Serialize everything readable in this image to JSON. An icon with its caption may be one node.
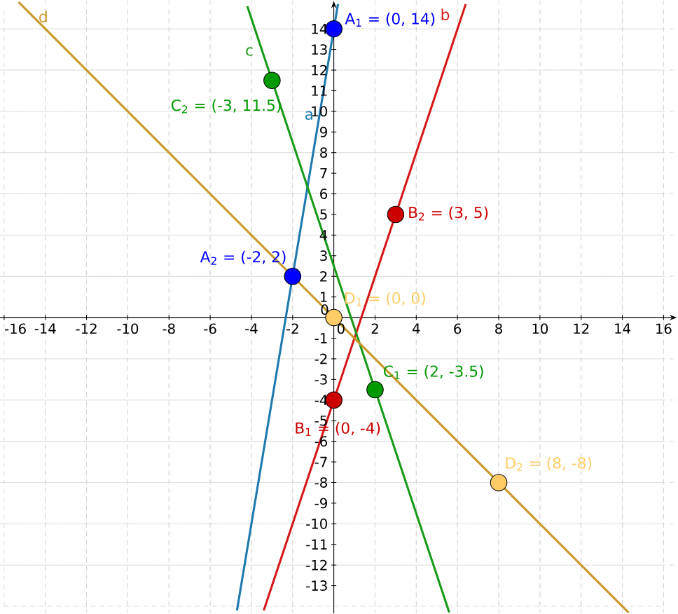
{
  "diagram": {
    "chart_data": {
      "type": "line",
      "grid": true,
      "xlim": [
        -16.2,
        16.7
      ],
      "ylim": [
        -14.35,
        15.4
      ],
      "xticks": [
        -16,
        -14,
        -12,
        -10,
        -8,
        -6,
        -4,
        -2,
        0,
        2,
        4,
        6,
        8,
        10,
        12,
        14,
        16
      ],
      "yticks": [
        -13,
        -12,
        -11,
        -10,
        -9,
        -8,
        -7,
        -6,
        -5,
        -4,
        -3,
        -2,
        -1,
        0,
        1,
        2,
        3,
        4,
        5,
        6,
        7,
        8,
        9,
        10,
        11,
        12,
        13,
        14
      ],
      "x": [
        -15.3,
        -4.7,
        -4.2,
        -3.4,
        -3,
        -2,
        0,
        0.2,
        2,
        3,
        5.6,
        6.4,
        8,
        14.3
      ],
      "series": [
        {
          "name": "a",
          "color": "#1f7ab0",
          "values": [
            null,
            -14.2,
            -11.2,
            -6.4,
            -4,
            2,
            14,
            15.2,
            null,
            null,
            null,
            null,
            null,
            null
          ]
        },
        {
          "name": "b",
          "color": "#d41a1a",
          "values": [
            null,
            null,
            null,
            -14.2,
            -13,
            -10,
            -4,
            -3.4,
            2,
            5,
            12.8,
            15.2,
            null,
            null
          ]
        },
        {
          "name": "c",
          "color": "#1a9a1a",
          "values": [
            null,
            null,
            15.1,
            12.7,
            11.5,
            8.5,
            2.5,
            1.9,
            -3.5,
            -6.5,
            -14.3,
            null,
            null,
            null
          ]
        },
        {
          "name": "d",
          "color": "#c8992a",
          "values": [
            15.3,
            4.7,
            4.2,
            3.4,
            3,
            2,
            0,
            -0.2,
            -2,
            -3,
            -5.6,
            -6.4,
            -8,
            -14.3
          ]
        },
        {
          "type": "scatter",
          "color": "#0000ff",
          "values": [
            null,
            null,
            null,
            null,
            null,
            2,
            14,
            null,
            null,
            null,
            null,
            null,
            null,
            null
          ]
        },
        {
          "type": "scatter",
          "color": "#cc0000",
          "values": [
            null,
            null,
            null,
            null,
            null,
            null,
            -4,
            null,
            null,
            5,
            null,
            null,
            null,
            null
          ]
        },
        {
          "type": "scatter",
          "color": "#009900",
          "values": [
            null,
            null,
            null,
            null,
            11.5,
            null,
            null,
            null,
            -3.5,
            null,
            null,
            null,
            null,
            null
          ]
        },
        {
          "type": "scatter",
          "color": "#ffcc66",
          "values": [
            null,
            null,
            null,
            null,
            null,
            null,
            0,
            null,
            null,
            null,
            null,
            null,
            -8,
            null
          ]
        }
      ],
      "annotations": [
        {
          "x": 0,
          "y": 14,
          "text": "A$_{1}$ = (0, 14)"
        },
        {
          "x": -2,
          "y": 2,
          "text": "A$_{2}$ = (-2, 2)"
        },
        {
          "x": 0,
          "y": -4,
          "text": "B$_{1}$ = (0, -4)"
        },
        {
          "x": 3,
          "y": 5,
          "text": "B$_{2}$ = (3, 5)"
        },
        {
          "x": 2,
          "y": -3.5,
          "text": "C$_{1}$ = (2, -3.5)"
        },
        {
          "x": -3,
          "y": 11.5,
          "text": "C$_{2}$ = (-3, 11.5)"
        },
        {
          "x": 0,
          "y": 0,
          "text": "D$_{1}$ = (0, 0)"
        },
        {
          "x": 8,
          "y": -8,
          "text": "D$_{2}$ = (8, -8)"
        }
      ]
    }
  }
}
